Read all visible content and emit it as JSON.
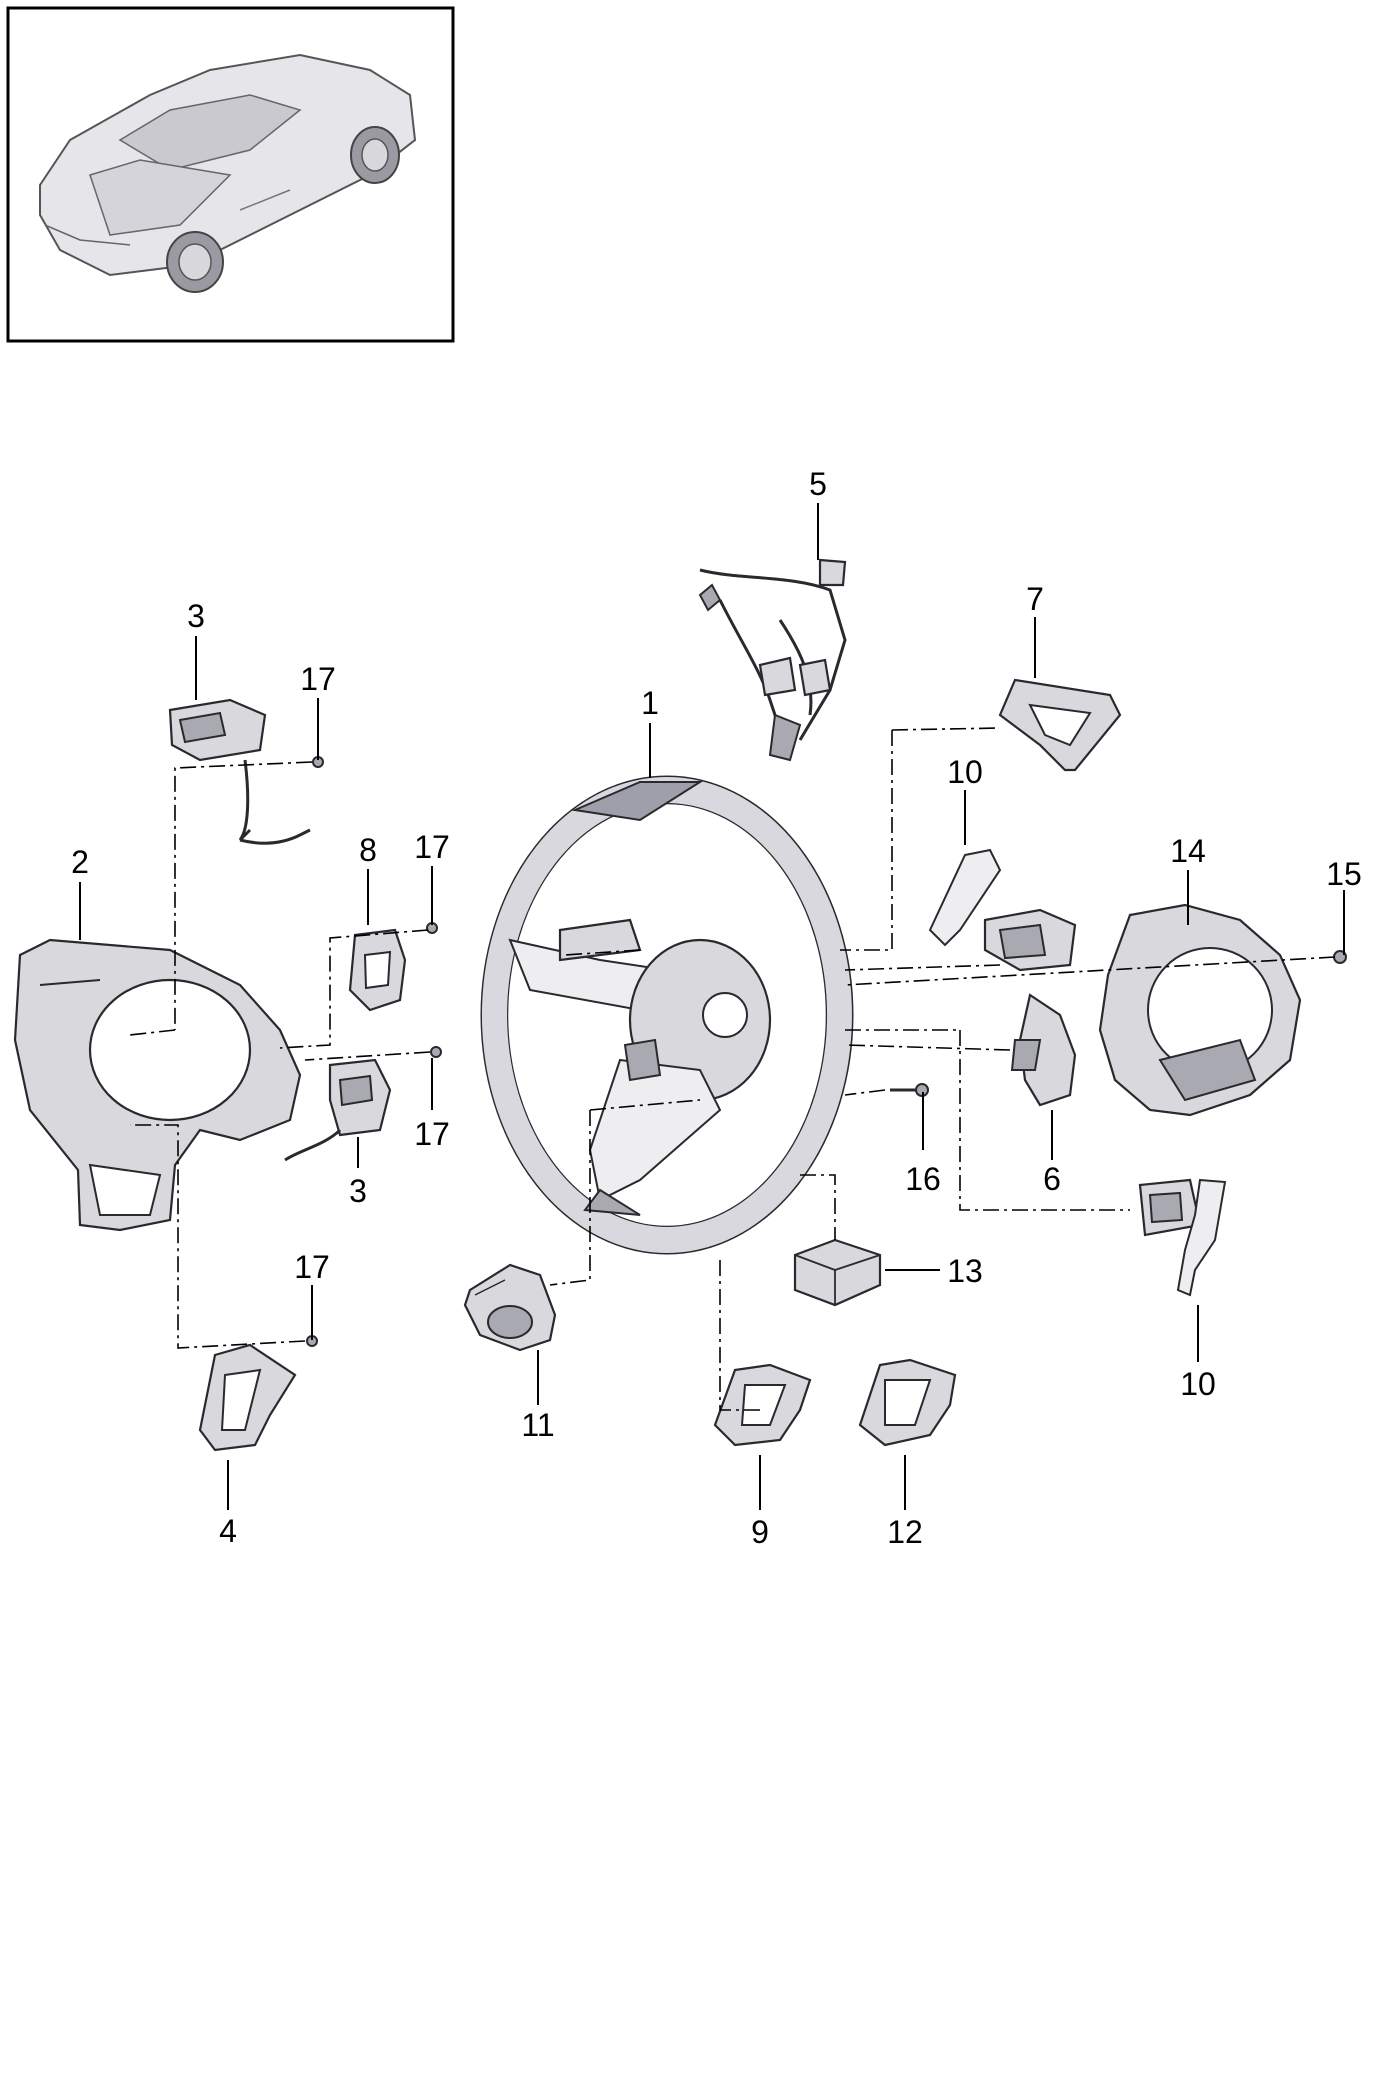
{
  "callouts": [
    {
      "id": "c1",
      "label": "1"
    },
    {
      "id": "c2",
      "label": "2"
    },
    {
      "id": "c3a",
      "label": "3"
    },
    {
      "id": "c3b",
      "label": "3"
    },
    {
      "id": "c4",
      "label": "4"
    },
    {
      "id": "c5",
      "label": "5"
    },
    {
      "id": "c6",
      "label": "6"
    },
    {
      "id": "c7",
      "label": "7"
    },
    {
      "id": "c8",
      "label": "8"
    },
    {
      "id": "c9",
      "label": "9"
    },
    {
      "id": "c10a",
      "label": "10"
    },
    {
      "id": "c10b",
      "label": "10"
    },
    {
      "id": "c11",
      "label": "11"
    },
    {
      "id": "c12",
      "label": "12"
    },
    {
      "id": "c13",
      "label": "13"
    },
    {
      "id": "c14",
      "label": "14"
    },
    {
      "id": "c15",
      "label": "15"
    },
    {
      "id": "c16",
      "label": "16"
    },
    {
      "id": "c17a",
      "label": "17"
    },
    {
      "id": "c17b",
      "label": "17"
    },
    {
      "id": "c17c",
      "label": "17"
    },
    {
      "id": "c17d",
      "label": "17"
    }
  ],
  "thumbnail": {
    "icon": "car-icon",
    "accent": "#d8d8dc"
  }
}
